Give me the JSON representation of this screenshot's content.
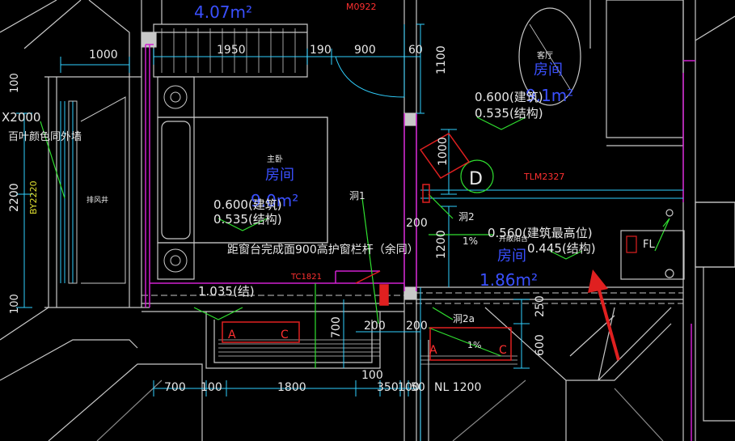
{
  "colors": {
    "background": "#000000",
    "wall": "#c8c8c8",
    "wall_dark": "#8a8a8a",
    "magenta": "#d020d0",
    "cyan": "#30d0ff",
    "green": "#30e030",
    "blue_text": "#3a50ff",
    "red": "#e02020",
    "white": "#ffffff",
    "text_white": "#e8e8e8",
    "text_red": "#ff3030"
  },
  "labels": {
    "area_top": "4.07m²",
    "door_m0922": "M0922",
    "dim_1000_top": "1000",
    "dim_1950": "1950",
    "dim_190": "190",
    "dim_900": "900",
    "dim_60": "60",
    "dim_1100": "1100",
    "dim_100_left_top": "100",
    "dim_x2000": "X2000",
    "louver_note": "百叶颜色同外墙",
    "by2220": "BY2220",
    "dim_2200": "2200",
    "exhaust_shaft": "排风井",
    "dim_100_left_bottom": "100",
    "living_room_small": "客厅",
    "living_room_name": "房间",
    "living_area": "9.1m²",
    "elev_arch_1": "0.600(建筑)",
    "elev_struct_1": "0.535(结构)",
    "dim_1000_mid": "1000",
    "axis_d": "D",
    "tlm2327": "TLM2327",
    "master_small": "主卧",
    "master_name": "房间",
    "master_area": "9.0m²",
    "elev_arch_2": "0.600(建筑)",
    "elev_struct_2": "0.535(结构)",
    "hole_1": "洞1",
    "hole_2": "洞2",
    "dim_200_a": "200",
    "dim_1200": "1200",
    "slope_1pct_a": "1%",
    "bal_small": "开敞阳台",
    "elev_top": "0.560(建筑最高位)",
    "elev_struct_3": "0.445(结构)",
    "bal_name": "房间",
    "bal_area": "1.86m²",
    "fl": "FL",
    "railing_note": "距窗台完成面900高护窗栏杆（余同）",
    "tc1821": "TC1821",
    "struct_1035": "1.035(结)",
    "dim_700_v": "700",
    "dim_200_b": "200",
    "dim_200_c": "200",
    "hole_2a": "洞2a",
    "dim_250": "250",
    "dim_600": "600",
    "label_a1": "A",
    "label_c1": "C",
    "label_a2": "A",
    "label_c2": "C",
    "slope_1pct_b": "1%",
    "dim_100_low": "100",
    "dim_700_b": "700",
    "dim_100_b": "100",
    "dim_1800": "1800",
    "dim_350": "350",
    "dim_100_c": "100",
    "dim_50": "50",
    "nl1200": "NL 1200"
  }
}
